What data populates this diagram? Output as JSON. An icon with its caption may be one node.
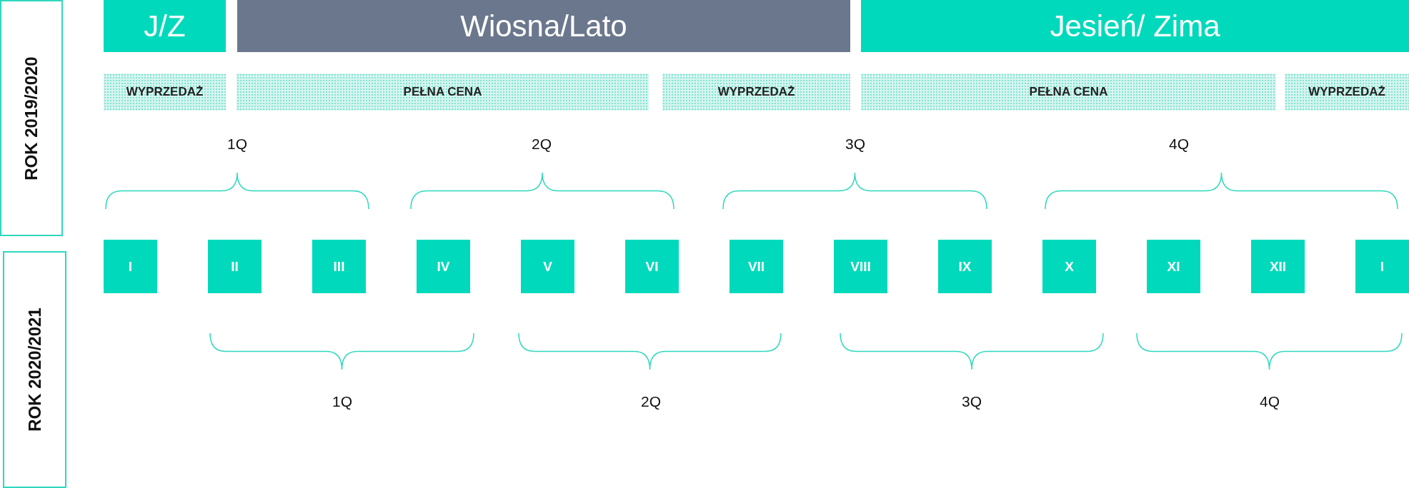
{
  "diagram": {
    "nodes": [
      {
        "text": [
          "ROK 2019/2020"
        ]
      },
      {
        "text": [
          "J/Z"
        ]
      },
      {
        "text": [
          "Wiosna/Lato"
        ]
      },
      {
        "text": [
          "Jesień/ Zima"
        ]
      },
      {
        "text": [
          "WYPRZEDAŻ"
        ]
      },
      {
        "text": [
          "PEŁNA CENA"
        ]
      },
      {
        "text": [
          "WYPRZEDAŻ"
        ]
      },
      {
        "text": [
          "PEŁNA CENA"
        ]
      },
      {
        "text": [
          "WYPRZEDAŻ"
        ]
      },
      {
        "text": [
          "I"
        ]
      },
      {
        "text": [
          "II"
        ]
      },
      {
        "text": [
          "III"
        ]
      },
      {
        "text": [
          "IV"
        ]
      },
      {
        "text": [
          "V"
        ]
      },
      {
        "text": [
          "VI"
        ]
      },
      {
        "text": [
          "VII"
        ]
      },
      {
        "text": [
          "VIII"
        ]
      },
      {
        "text": [
          "IX"
        ]
      },
      {
        "text": [
          "X"
        ]
      },
      {
        "text": [
          "XI"
        ]
      },
      {
        "text": [
          "XII"
        ]
      },
      {
        "text": [
          "I"
        ]
      },
      {
        "text": [
          "ROK 2020/2021"
        ]
      }
    ],
    "edges": [],
    "labels": [
      "1Q",
      "2Q",
      "3Q",
      "4Q",
      "1Q",
      "2Q",
      "3Q",
      "4Q"
    ]
  }
}
